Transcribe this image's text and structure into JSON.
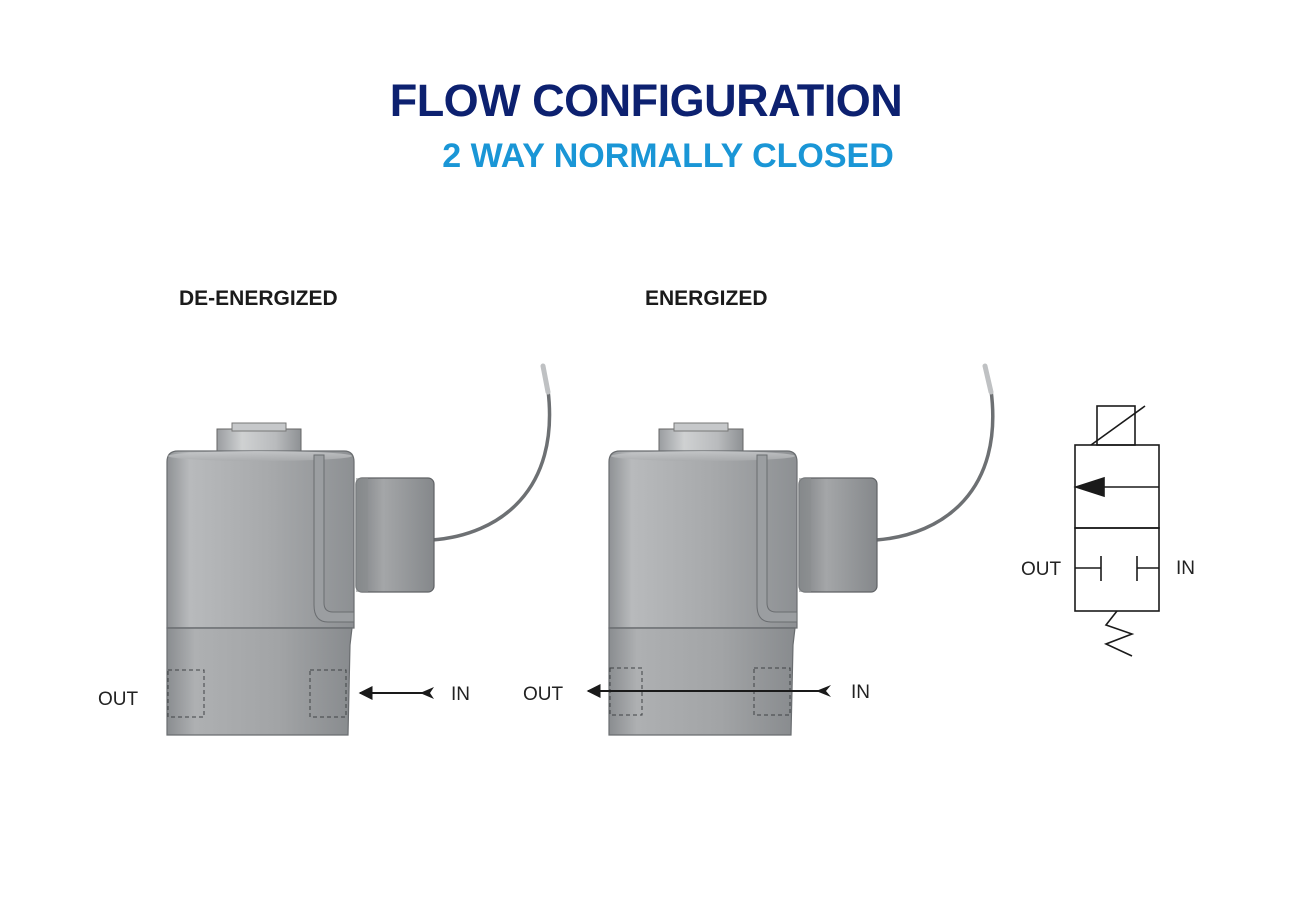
{
  "header": {
    "title": "FLOW CONFIGURATION",
    "subtitle": "2 WAY NORMALLY CLOSED"
  },
  "states": {
    "deenergized": {
      "label": "DE-ENERGIZED",
      "out": "OUT",
      "in": "IN"
    },
    "energized": {
      "label": "ENERGIZED",
      "out": "OUT",
      "in": "IN"
    }
  },
  "symbol": {
    "out": "OUT",
    "in": "IN"
  },
  "colors": {
    "title": "#0d2170",
    "subtitle": "#1a96d6",
    "valve_body": "#a9abad",
    "valve_shadow": "#7d8083",
    "line": "#1a1a1a"
  }
}
